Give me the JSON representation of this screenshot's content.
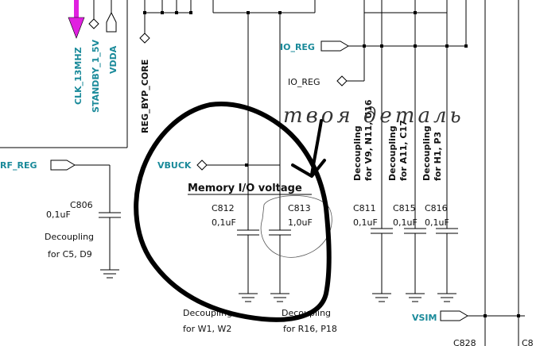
{
  "schematic": {
    "pins_top": {
      "clk": "CLK_13MHZ",
      "standby": "STANDBY_1_5V",
      "vdda": "VDDA",
      "reg_byp": "REG_BYP_CORE"
    },
    "nets": {
      "rf_reg": "RF_REG",
      "io_reg_in": "IO_REG",
      "io_reg_out": "IO_REG",
      "vbuck": "VBUCK",
      "vsim": "VSIM"
    },
    "annotation": {
      "title": "Memory I/O voltage",
      "handwriting": "твоя деталь"
    },
    "components": {
      "c806": {
        "ref": "C806",
        "value": "0,1uF",
        "desc1": "Decoupling",
        "desc2": "for C5, D9"
      },
      "c812": {
        "ref": "C812",
        "value": "0,1uF"
      },
      "c813": {
        "ref": "C813",
        "value": "1,0uF"
      },
      "c811": {
        "ref": "C811",
        "value": "0,1uF"
      },
      "c815": {
        "ref": "C815",
        "value": "0,1uF"
      },
      "c816": {
        "ref": "C816",
        "value": "0,1uF"
      },
      "c828": {
        "ref": "C828"
      },
      "c8x": {
        "ref": "C8"
      }
    },
    "decoupling_notes": {
      "n1": "Decoupling",
      "n1b": "for V9, N11, U16",
      "n2": "Decoupling",
      "n2b": "for A11, C17",
      "n3": "Decoupling",
      "n3b": "for H1, P3",
      "n4": "Decoupling",
      "n4b": "for W1, W2",
      "n5": "Decoupling",
      "n5b": "for R16, P18"
    },
    "colors": {
      "net_label": "#1a8a9a",
      "clock_arrow": "#e020e0",
      "marker": "#000000"
    }
  }
}
